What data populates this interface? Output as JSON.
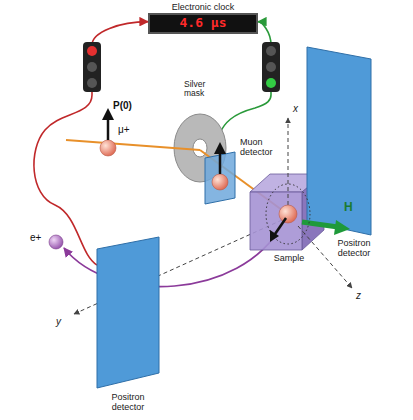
{
  "diagram": {
    "nodes": [
      {
        "text": [
          "Electronic clock",
          "4.6 μs"
        ]
      },
      {
        "text": [
          "Muon detector"
        ]
      },
      {
        "text": [
          "Sample"
        ]
      },
      {
        "text": [
          "Positron detector"
        ]
      },
      {
        "text": [
          "Positron detector"
        ]
      }
    ],
    "edges": [
      {
        "from": 4,
        "to": 0,
        "arrow": "to"
      },
      {
        "from": 1,
        "to": 0,
        "arrow": "to"
      }
    ],
    "labels": [
      "P(0)",
      "μ+",
      "Silver mask",
      "x",
      "e+",
      "y",
      "H",
      "z"
    ]
  }
}
